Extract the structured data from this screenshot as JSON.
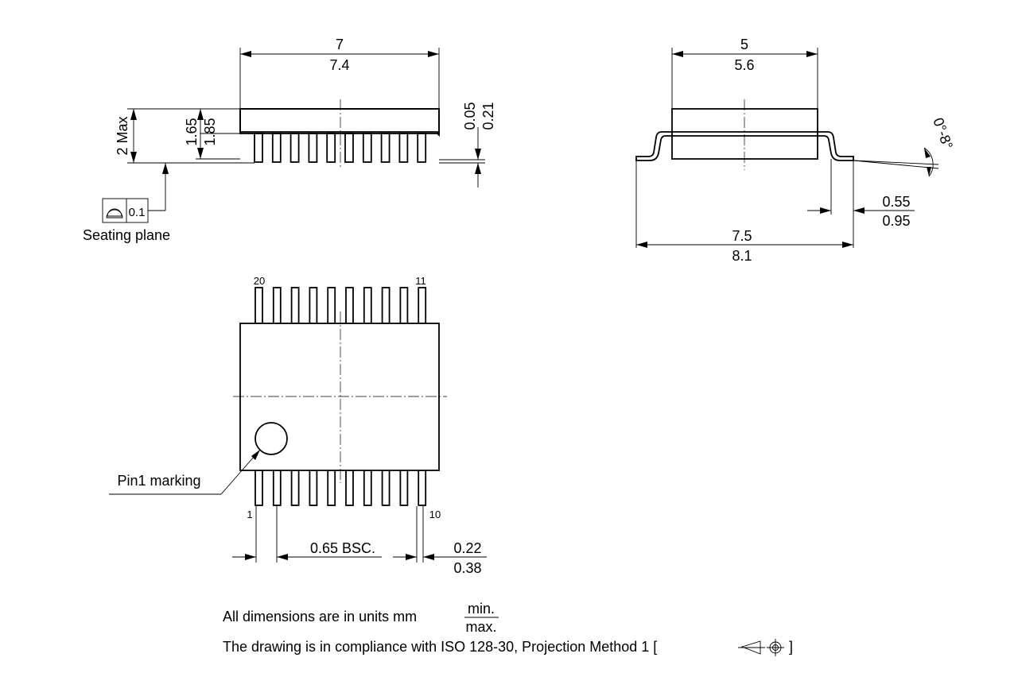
{
  "side_view": {
    "length_min": "7",
    "length_max": "7.4",
    "height_max": "2 Max",
    "body_height_min": "1.65",
    "body_height_max": "1.85",
    "standoff_min": "0.05",
    "standoff_max": "0.21",
    "flatness_value": "0.1",
    "seating_plane_label": "Seating plane"
  },
  "end_view": {
    "body_width_min": "5",
    "body_width_max": "5.6",
    "lead_angle": "0°-8°",
    "foot_length_min": "0.55",
    "foot_length_max": "0.95",
    "overall_width_min": "7.5",
    "overall_width_max": "8.1"
  },
  "top_view": {
    "pin_top_left": "20",
    "pin_top_right": "11",
    "pin_bottom_left": "1",
    "pin_bottom_right": "10",
    "pin1_label": "Pin1 marking",
    "pitch_label": "0.65 BSC.",
    "lead_width_min": "0.22",
    "lead_width_max": "0.38"
  },
  "notes": {
    "units_text": "All dimensions are in units mm",
    "units_min": "min.",
    "units_max": "max.",
    "compliance_text": "The drawing is in compliance with ISO 128-30, Projection Method 1 [",
    "compliance_close": "]"
  }
}
